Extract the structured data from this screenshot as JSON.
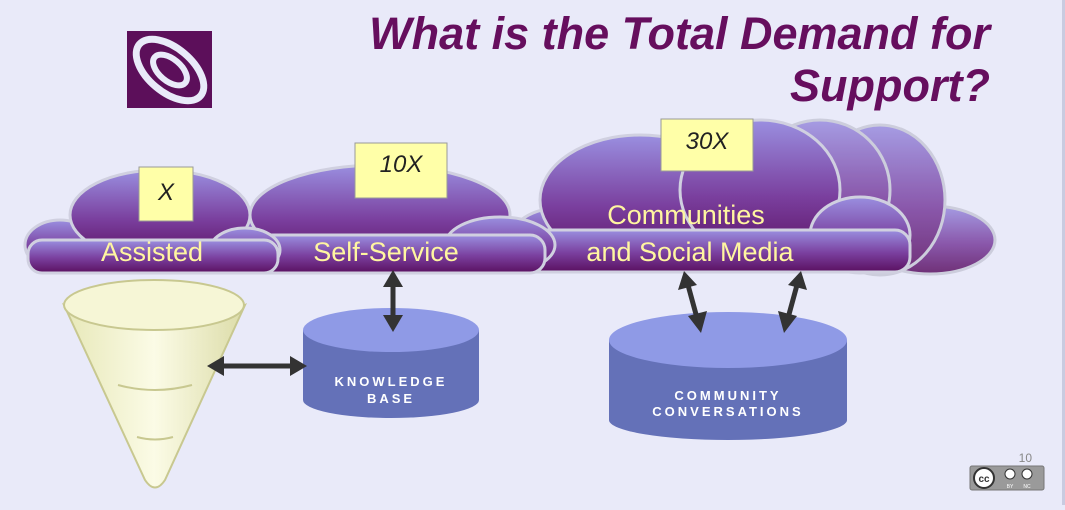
{
  "title": {
    "line1": "What is the Total Demand for",
    "line2": "Support?"
  },
  "clouds": [
    {
      "label": "Assisted",
      "multiplier": "X"
    },
    {
      "label": "Self-Service",
      "multiplier": "10X"
    },
    {
      "label_line1": "Communities",
      "label_line2": "and Social Media",
      "multiplier": "30X"
    }
  ],
  "databases": [
    {
      "line1": "KNOWLEDGE",
      "line2": "BASE"
    },
    {
      "line1": "COMMUNITY",
      "line2": "CONVERSATIONS"
    }
  ],
  "page_number": "10",
  "license": {
    "cc": "cc",
    "by": "BY",
    "nc": "NC"
  },
  "colors": {
    "title": "#660e5e",
    "cloud": "#7a3d9a",
    "label": "#fff6a0",
    "sticky": "#ffffa8",
    "database": "#6e7bc4"
  }
}
